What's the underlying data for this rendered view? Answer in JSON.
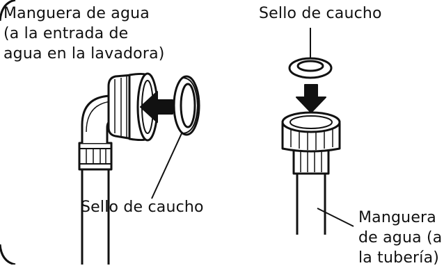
{
  "labels": {
    "hose_left": [
      "Manguera de agua",
      "(a la entrada de",
      "agua en la lavadora)"
    ],
    "seal_top": "Sello de caucho",
    "seal_bottom": "Sello de caucho",
    "hose_right": [
      "Manguera",
      "de agua (a",
      "la tubería)"
    ]
  },
  "colors": {
    "line": "#111111",
    "background": "#ffffff"
  },
  "icons": {
    "left": "elbow-hose-with-coupling-icon",
    "arrow_left": "push-left-arrow-icon",
    "seal_left": "rubber-washer-icon",
    "seal_top": "rubber-washer-icon",
    "arrow_down": "push-down-arrow-icon",
    "right": "straight-hose-with-coupling-icon"
  }
}
